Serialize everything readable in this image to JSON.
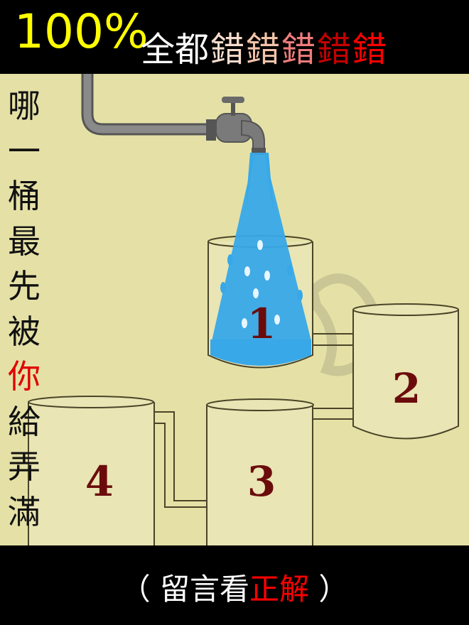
{
  "header": {
    "percent": "100%",
    "all": "全都",
    "wrong": [
      {
        "text": "錯",
        "color": "#f6dccc"
      },
      {
        "text": "錯",
        "color": "#f2c4aa"
      },
      {
        "text": "錯",
        "color": "#f07c7c"
      },
      {
        "text": "錯",
        "color": "#c40000"
      },
      {
        "text": "錯",
        "color": "#ff0000"
      }
    ]
  },
  "question": {
    "chars": [
      "哪",
      "一",
      "桶",
      "最",
      "先",
      "被",
      "你",
      "給",
      "弄",
      "滿"
    ],
    "highlight_color": "#e00000"
  },
  "buckets": [
    {
      "label": "1"
    },
    {
      "label": "2"
    },
    {
      "label": "3"
    },
    {
      "label": "4"
    }
  ],
  "footer": {
    "open": "（",
    "text": "留言看",
    "answer": "正解",
    "close": "）",
    "answer_color": "#ff0000"
  },
  "colors": {
    "background": "#e5e1a6",
    "water": "#38a8e8",
    "number": "#6b0c0c",
    "pipe": "#6a6a6a"
  }
}
